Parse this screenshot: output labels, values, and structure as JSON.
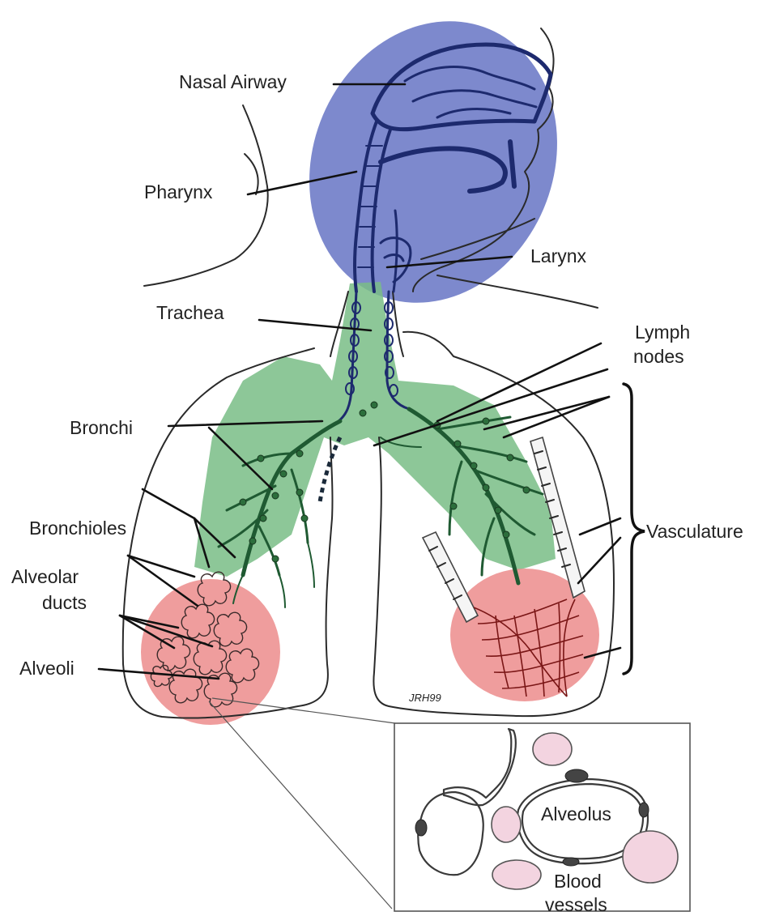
{
  "labels": {
    "nasal_airway": "Nasal Airway",
    "pharynx": "Pharynx",
    "larynx": "Larynx",
    "trachea": "Trachea",
    "lymph_nodes_line1": "Lymph",
    "lymph_nodes_line2": "nodes",
    "bronchi": "Bronchi",
    "bronchioles": "Bronchioles",
    "alveolar_ducts_line1": "Alveolar",
    "alveolar_ducts_line2": "ducts",
    "alveoli": "Alveoli",
    "vasculature": "Vasculature",
    "alveolus": "Alveolus",
    "blood_vessels_line1": "Blood",
    "blood_vessels_line2": "vessels"
  },
  "signature": "JRH99",
  "colors": {
    "upper_airway_region": "#6f7cc8",
    "conducting_airway_region": "#79bd86",
    "gas_exchange_region": "#ec8c8c",
    "red_blood_cell": "#f3d4e0"
  }
}
